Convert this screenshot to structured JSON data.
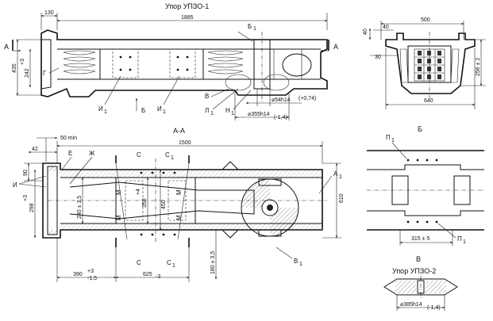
{
  "titles": {
    "upor1": "Упор УПЗО-1",
    "section_aa": "А-А",
    "view_b": "Б",
    "view_v": "В",
    "upor2": "Упор УПЗО-2"
  },
  "letters": {
    "A": "А",
    "A1": "А",
    "B": "Б",
    "B1": "Б",
    "V": "В",
    "V1": "В",
    "G": "Г",
    "E": "Е",
    "ZH": "Ж",
    "I": "И",
    "I1": "И",
    "L1": "Л",
    "N1": "Н",
    "C": "С",
    "C1": "С",
    "M": "М",
    "P1": "П",
    "sub1": "1"
  },
  "dims": {
    "d130": "130",
    "d1885": "1885",
    "d435": "435",
    "d242": "242",
    "d242_tol": "+3",
    "d54": "⌀54h14",
    "d54_tol": "(+0,74)",
    "d355": "⌀355h14",
    "d355_tol": "(-1,4)",
    "d500": "500",
    "d40a": "40",
    "d40b": "40",
    "d30": "30",
    "d256": "256 ± 2",
    "d640": "640",
    "d50min": "50 min",
    "d42": "42",
    "d1500": "1500",
    "d90": "90",
    "d298": "298",
    "d298_tol": "+3",
    "d240": "240 ± 3,5",
    "d350": "350",
    "d350_tol": "+4",
    "d450": "450",
    "d610": "610",
    "d180": "180 ± 3,5",
    "d390": "390",
    "d390_tol_up": "+3",
    "d390_tol_dn": "-1,5",
    "d625": "625",
    "d625_tol": "-3",
    "d315": "315 ± 5",
    "d385": "⌀385h14",
    "d385_tol": "(-1,4)"
  }
}
